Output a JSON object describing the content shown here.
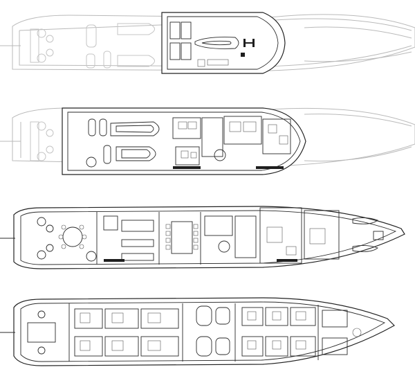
{
  "decks": [
    {
      "id": "sun-deck"
    },
    {
      "id": "bridge-deck"
    },
    {
      "id": "main-deck"
    },
    {
      "id": "lower-deck"
    }
  ]
}
